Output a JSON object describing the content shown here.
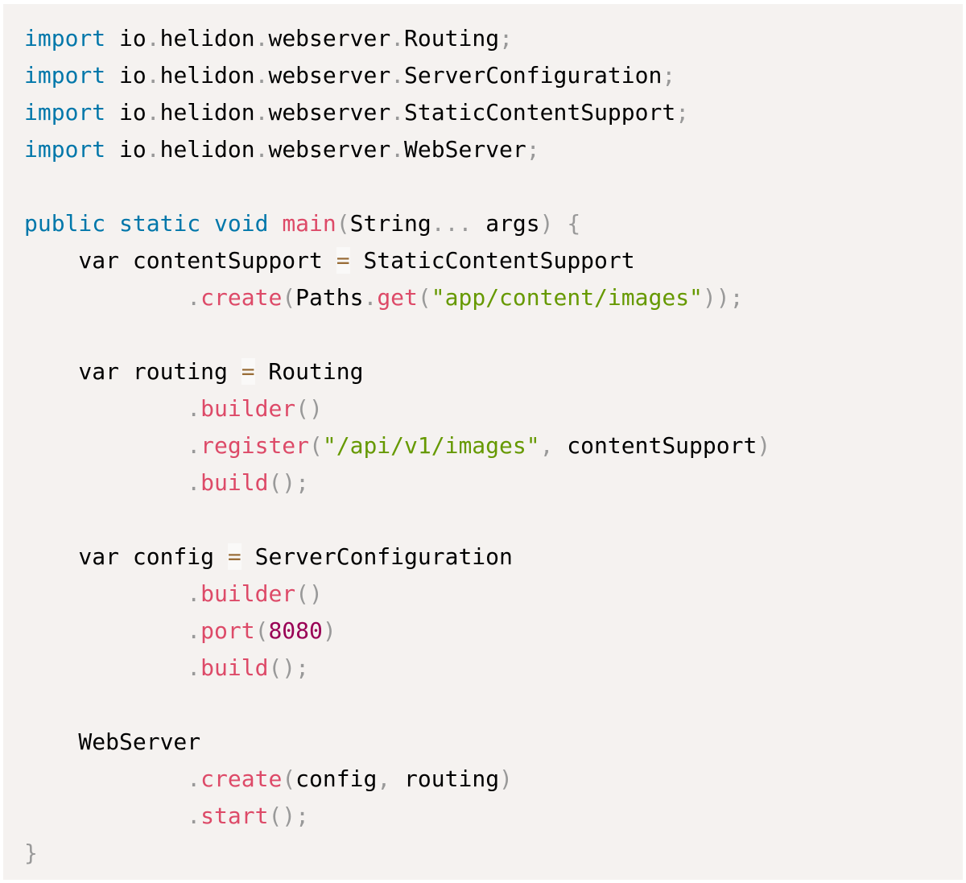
{
  "colors": {
    "background": "#f5f2f0",
    "keyword": "#0077aa",
    "function": "#dd4a68",
    "string": "#669900",
    "number": "#990055",
    "punctuation": "#999999",
    "operator": "#9a6e3a",
    "plain": "#000000"
  },
  "code": {
    "language": "java",
    "lines": [
      [
        {
          "t": "kw",
          "v": "import"
        },
        {
          "t": "plain",
          "v": " io"
        },
        {
          "t": "punct",
          "v": "."
        },
        {
          "t": "plain",
          "v": "helidon"
        },
        {
          "t": "punct",
          "v": "."
        },
        {
          "t": "plain",
          "v": "webserver"
        },
        {
          "t": "punct",
          "v": "."
        },
        {
          "t": "plain",
          "v": "Routing"
        },
        {
          "t": "punct",
          "v": ";"
        }
      ],
      [
        {
          "t": "kw",
          "v": "import"
        },
        {
          "t": "plain",
          "v": " io"
        },
        {
          "t": "punct",
          "v": "."
        },
        {
          "t": "plain",
          "v": "helidon"
        },
        {
          "t": "punct",
          "v": "."
        },
        {
          "t": "plain",
          "v": "webserver"
        },
        {
          "t": "punct",
          "v": "."
        },
        {
          "t": "plain",
          "v": "ServerConfiguration"
        },
        {
          "t": "punct",
          "v": ";"
        }
      ],
      [
        {
          "t": "kw",
          "v": "import"
        },
        {
          "t": "plain",
          "v": " io"
        },
        {
          "t": "punct",
          "v": "."
        },
        {
          "t": "plain",
          "v": "helidon"
        },
        {
          "t": "punct",
          "v": "."
        },
        {
          "t": "plain",
          "v": "webserver"
        },
        {
          "t": "punct",
          "v": "."
        },
        {
          "t": "plain",
          "v": "StaticContentSupport"
        },
        {
          "t": "punct",
          "v": ";"
        }
      ],
      [
        {
          "t": "kw",
          "v": "import"
        },
        {
          "t": "plain",
          "v": " io"
        },
        {
          "t": "punct",
          "v": "."
        },
        {
          "t": "plain",
          "v": "helidon"
        },
        {
          "t": "punct",
          "v": "."
        },
        {
          "t": "plain",
          "v": "webserver"
        },
        {
          "t": "punct",
          "v": "."
        },
        {
          "t": "plain",
          "v": "WebServer"
        },
        {
          "t": "punct",
          "v": ";"
        }
      ],
      [],
      [
        {
          "t": "kw",
          "v": "public"
        },
        {
          "t": "plain",
          "v": " "
        },
        {
          "t": "kw",
          "v": "static"
        },
        {
          "t": "plain",
          "v": " "
        },
        {
          "t": "kw",
          "v": "void"
        },
        {
          "t": "plain",
          "v": " "
        },
        {
          "t": "fn",
          "v": "main"
        },
        {
          "t": "punct",
          "v": "("
        },
        {
          "t": "plain",
          "v": "String"
        },
        {
          "t": "punct",
          "v": "..."
        },
        {
          "t": "plain",
          "v": " args"
        },
        {
          "t": "punct",
          "v": ")"
        },
        {
          "t": "plain",
          "v": " "
        },
        {
          "t": "punct",
          "v": "{"
        }
      ],
      [
        {
          "t": "plain",
          "v": "    var contentSupport "
        },
        {
          "t": "op",
          "v": "="
        },
        {
          "t": "plain",
          "v": " StaticContentSupport"
        }
      ],
      [
        {
          "t": "plain",
          "v": "            "
        },
        {
          "t": "punct",
          "v": "."
        },
        {
          "t": "fn",
          "v": "create"
        },
        {
          "t": "punct",
          "v": "("
        },
        {
          "t": "plain",
          "v": "Paths"
        },
        {
          "t": "punct",
          "v": "."
        },
        {
          "t": "fn",
          "v": "get"
        },
        {
          "t": "punct",
          "v": "("
        },
        {
          "t": "str",
          "v": "\"app/content/images\""
        },
        {
          "t": "punct",
          "v": "));"
        }
      ],
      [],
      [
        {
          "t": "plain",
          "v": "    var routing "
        },
        {
          "t": "op",
          "v": "="
        },
        {
          "t": "plain",
          "v": " Routing"
        }
      ],
      [
        {
          "t": "plain",
          "v": "            "
        },
        {
          "t": "punct",
          "v": "."
        },
        {
          "t": "fn",
          "v": "builder"
        },
        {
          "t": "punct",
          "v": "()"
        }
      ],
      [
        {
          "t": "plain",
          "v": "            "
        },
        {
          "t": "punct",
          "v": "."
        },
        {
          "t": "fn",
          "v": "register"
        },
        {
          "t": "punct",
          "v": "("
        },
        {
          "t": "str",
          "v": "\"/api/v1/images\""
        },
        {
          "t": "punct",
          "v": ","
        },
        {
          "t": "plain",
          "v": " contentSupport"
        },
        {
          "t": "punct",
          "v": ")"
        }
      ],
      [
        {
          "t": "plain",
          "v": "            "
        },
        {
          "t": "punct",
          "v": "."
        },
        {
          "t": "fn",
          "v": "build"
        },
        {
          "t": "punct",
          "v": "();"
        }
      ],
      [],
      [
        {
          "t": "plain",
          "v": "    var config "
        },
        {
          "t": "op",
          "v": "="
        },
        {
          "t": "plain",
          "v": " ServerConfiguration"
        }
      ],
      [
        {
          "t": "plain",
          "v": "            "
        },
        {
          "t": "punct",
          "v": "."
        },
        {
          "t": "fn",
          "v": "builder"
        },
        {
          "t": "punct",
          "v": "()"
        }
      ],
      [
        {
          "t": "plain",
          "v": "            "
        },
        {
          "t": "punct",
          "v": "."
        },
        {
          "t": "fn",
          "v": "port"
        },
        {
          "t": "punct",
          "v": "("
        },
        {
          "t": "num",
          "v": "8080"
        },
        {
          "t": "punct",
          "v": ")"
        }
      ],
      [
        {
          "t": "plain",
          "v": "            "
        },
        {
          "t": "punct",
          "v": "."
        },
        {
          "t": "fn",
          "v": "build"
        },
        {
          "t": "punct",
          "v": "();"
        }
      ],
      [],
      [
        {
          "t": "plain",
          "v": "    WebServer"
        }
      ],
      [
        {
          "t": "plain",
          "v": "            "
        },
        {
          "t": "punct",
          "v": "."
        },
        {
          "t": "fn",
          "v": "create"
        },
        {
          "t": "punct",
          "v": "("
        },
        {
          "t": "plain",
          "v": "config"
        },
        {
          "t": "punct",
          "v": ","
        },
        {
          "t": "plain",
          "v": " routing"
        },
        {
          "t": "punct",
          "v": ")"
        }
      ],
      [
        {
          "t": "plain",
          "v": "            "
        },
        {
          "t": "punct",
          "v": "."
        },
        {
          "t": "fn",
          "v": "start"
        },
        {
          "t": "punct",
          "v": "();"
        }
      ],
      [
        {
          "t": "punct",
          "v": "}"
        }
      ]
    ]
  }
}
